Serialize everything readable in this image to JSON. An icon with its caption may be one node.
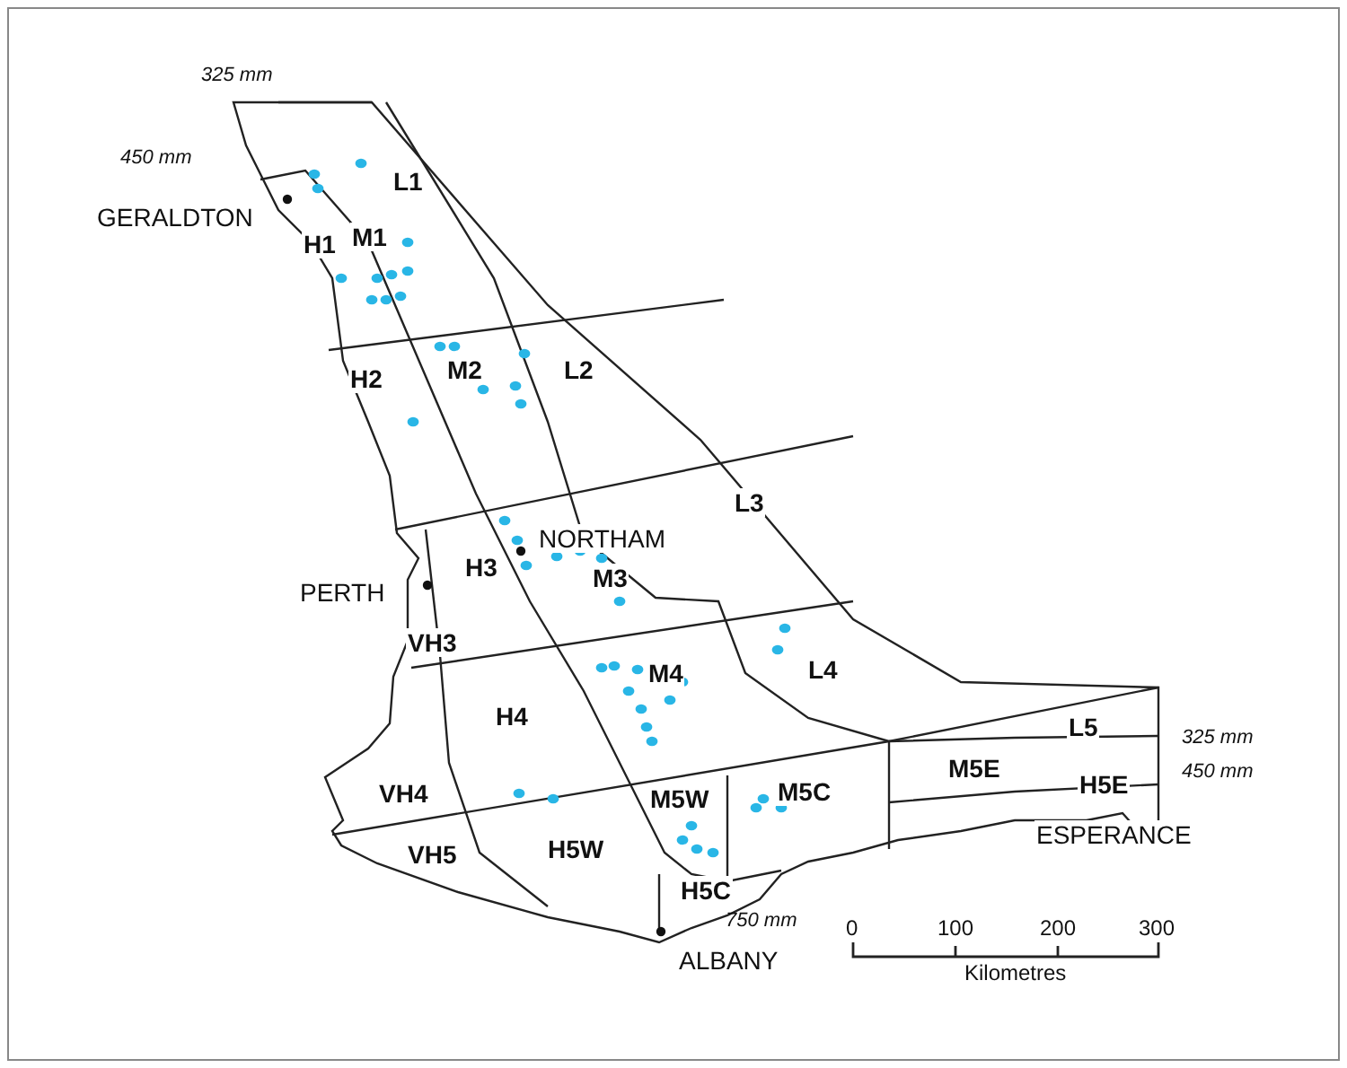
{
  "diagram": {
    "labels": [
      "325 mm",
      "450 mm",
      "L1",
      "GERALDTON",
      "H1",
      "M1",
      "H2",
      "M2",
      "L2",
      "L3",
      "NORTHAM",
      "H3",
      "PERTH",
      "M3",
      "VH3",
      "M4",
      "L4",
      "H4",
      "L5",
      "325 mm",
      "M5E",
      "VH4",
      "M5W",
      "M5C",
      "H5E",
      "450 mm",
      "ESPERANCE",
      "VH5",
      "H5W",
      "H5C",
      "750 mm",
      "0",
      "100",
      "200",
      "300",
      "ALBANY",
      "Kilometres"
    ]
  }
}
